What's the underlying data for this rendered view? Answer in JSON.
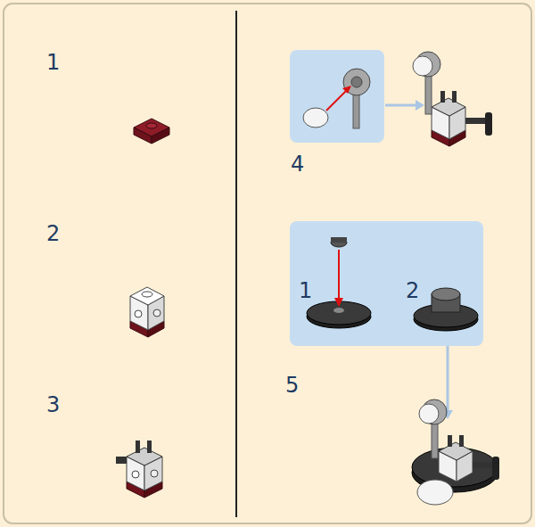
{
  "diagram": {
    "nodes": [
      {
        "text": [
          "1",
          "2"
        ]
      }
    ],
    "labels": [
      "1",
      "2",
      "3",
      "4",
      "5"
    ]
  }
}
